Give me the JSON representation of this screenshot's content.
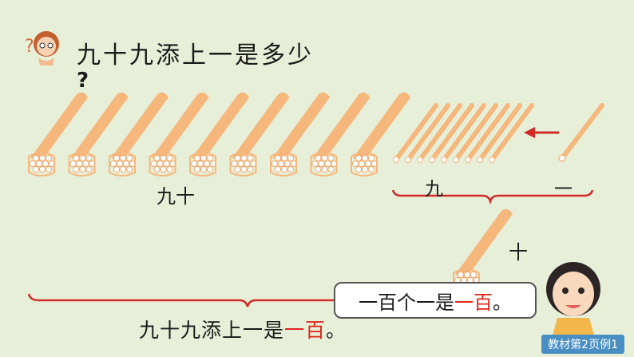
{
  "question": {
    "text": "九十九添上一是多少",
    "mark": "?"
  },
  "labels": {
    "ninety": "九十",
    "nine": "九",
    "one": "一",
    "ten": "十"
  },
  "bubble": {
    "prefix": "一百个一是",
    "answer": "一百",
    "suffix": "。"
  },
  "sentence": {
    "prefix": "九十九添上一是",
    "answer": "一百",
    "suffix": "。"
  },
  "caption": "教材第2页例1",
  "icons": {
    "thinking_girl": "thinking-girl-icon",
    "speaking_girl": "speaking-girl-icon",
    "arrow": "left-arrow-icon"
  },
  "colors": {
    "background": "#e7efd9",
    "stick": "#f5b77c",
    "bracket": "#d22a26",
    "answer": "#e0251b"
  },
  "counts": {
    "bundles_of_ten": 9,
    "single_sticks_left": 9,
    "single_stick_added": 1
  }
}
